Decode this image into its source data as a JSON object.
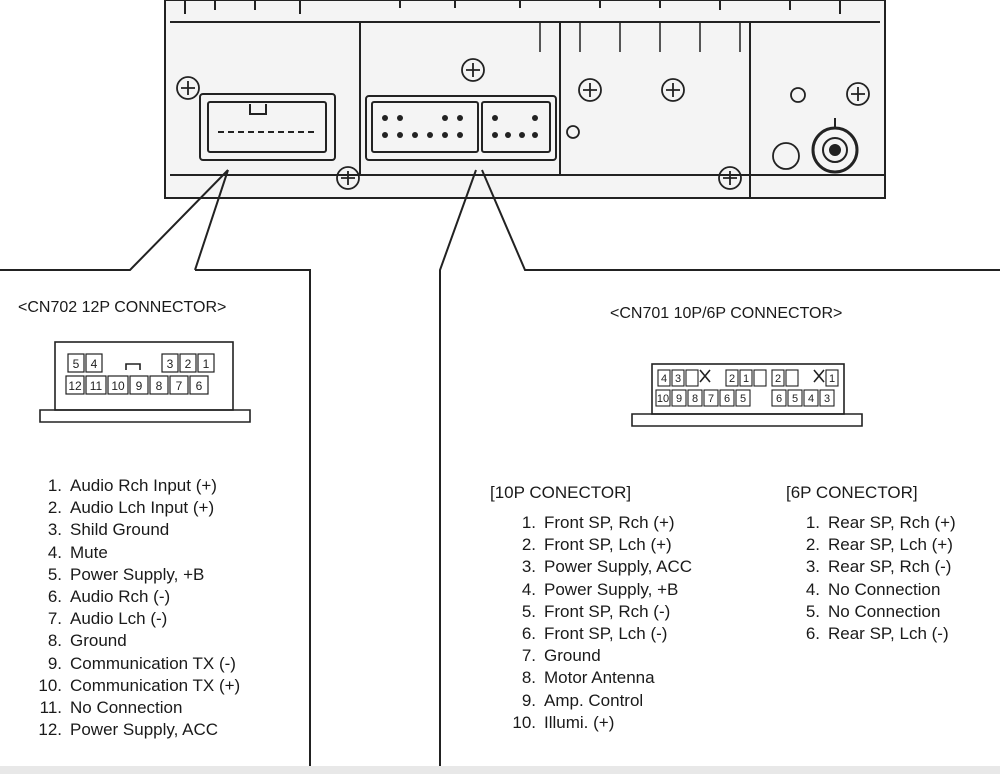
{
  "cn702": {
    "title": "<CN702 12P CONNECTOR>",
    "pins_top": [
      "5",
      "4",
      "3",
      "2",
      "1"
    ],
    "pins_bottom": [
      "12",
      "11",
      "10",
      "9",
      "8",
      "7",
      "6"
    ],
    "pins": [
      {
        "num": "1.",
        "label": "Audio Rch Input (+)"
      },
      {
        "num": "2.",
        "label": "Audio Lch Input (+)"
      },
      {
        "num": "3.",
        "label": "Shild Ground"
      },
      {
        "num": "4.",
        "label": "Mute"
      },
      {
        "num": "5.",
        "label": "Power Supply, +B"
      },
      {
        "num": "6.",
        "label": "Audio Rch (-)"
      },
      {
        "num": "7.",
        "label": "Audio Lch (-)"
      },
      {
        "num": "8.",
        "label": "Ground"
      },
      {
        "num": "9.",
        "label": "Communication TX (-)"
      },
      {
        "num": "10.",
        "label": "Communication TX (+)"
      },
      {
        "num": "11.",
        "label": "No Connection"
      },
      {
        "num": "12.",
        "label": "Power Supply, ACC"
      }
    ]
  },
  "cn701": {
    "title": "<CN701 10P/6P CONNECTOR>",
    "p10_top": [
      "4",
      "3",
      "2",
      "1"
    ],
    "p10_bottom": [
      "10",
      "9",
      "8",
      "7",
      "6",
      "5"
    ],
    "p6_top": [
      "2",
      "1"
    ],
    "p6_bottom": [
      "6",
      "5",
      "4",
      "3"
    ],
    "section_10p": {
      "heading": "[10P CONECTOR]",
      "pins": [
        {
          "num": "1.",
          "label": "Front SP, Rch (+)"
        },
        {
          "num": "2.",
          "label": "Front SP, Lch (+)"
        },
        {
          "num": "3.",
          "label": "Power Supply, ACC"
        },
        {
          "num": "4.",
          "label": "Power Supply, +B"
        },
        {
          "num": "5.",
          "label": "Front SP, Rch (-)"
        },
        {
          "num": "6.",
          "label": "Front SP, Lch (-)"
        },
        {
          "num": "7.",
          "label": "Ground"
        },
        {
          "num": "8.",
          "label": "Motor Antenna"
        },
        {
          "num": "9.",
          "label": "Amp. Control"
        },
        {
          "num": "10.",
          "label": "Illumi. (+)"
        }
      ]
    },
    "section_6p": {
      "heading": "[6P CONECTOR]",
      "pins": [
        {
          "num": "1.",
          "label": "Rear SP, Rch (+)"
        },
        {
          "num": "2.",
          "label": "Rear SP, Lch (+)"
        },
        {
          "num": "3.",
          "label": "Rear SP, Rch (-)"
        },
        {
          "num": "4.",
          "label": "No Connection"
        },
        {
          "num": "5.",
          "label": "No Connection"
        },
        {
          "num": "6.",
          "label": "Rear SP, Lch (-)"
        }
      ]
    }
  }
}
